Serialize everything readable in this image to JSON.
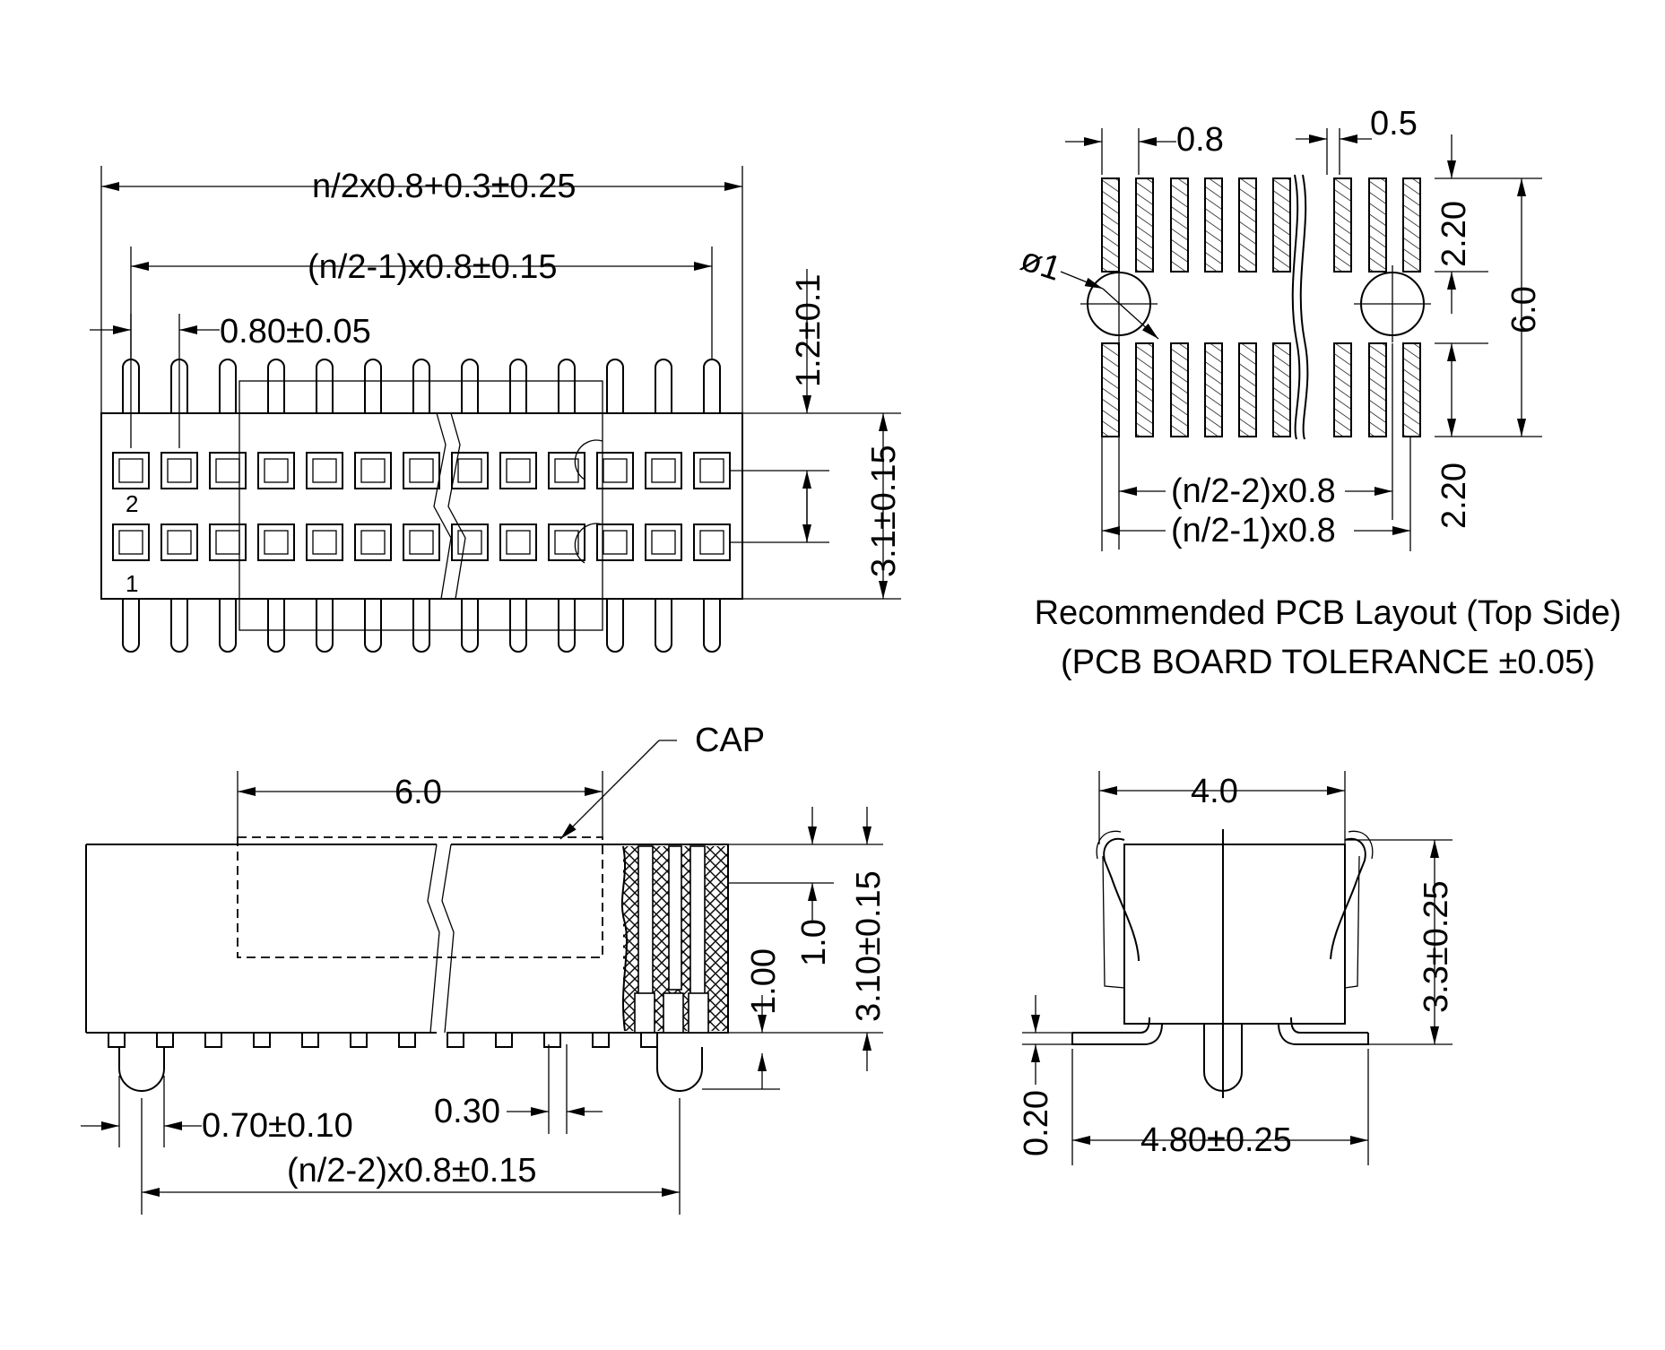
{
  "top_view": {
    "dim_overall": "n/2x0.8+0.3±0.25",
    "dim_pins": "(n/2-1)x0.8±0.15",
    "dim_pitch": "0.80±0.05",
    "dim_pin_len": "1.2±0.1",
    "dim_body": "3.1±0.15",
    "label_pin2": "2",
    "label_pin1": "1"
  },
  "pcb_layout": {
    "dim_pad_width": "0.8",
    "dim_pad_gap": "0.5",
    "dim_hole": "ø1",
    "dim_pad_len_top": "2.20",
    "dim_pad_len_bottom": "2.20",
    "dim_height": "6.0",
    "dim_inner": "(n/2-2)x0.8",
    "dim_outer": "(n/2-1)x0.8",
    "caption_line1": "Recommended PCB Layout (Top Side)",
    "caption_line2": "(PCB BOARD TOLERANCE ±0.05)"
  },
  "side_view": {
    "label_cap": "CAP",
    "dim_cap": "6.0",
    "dim_1_0": "1.0",
    "dim_1_00": "1.00",
    "dim_height": "3.10±0.15",
    "dim_pin_w": "0.70±0.10",
    "dim_foot": "0.30",
    "dim_span": "(n/2-2)x0.8±0.15"
  },
  "end_view": {
    "dim_width": "4.0",
    "dim_height": "3.3±0.25",
    "dim_foot_t": "0.20",
    "dim_foot_w": "4.80±0.25"
  }
}
